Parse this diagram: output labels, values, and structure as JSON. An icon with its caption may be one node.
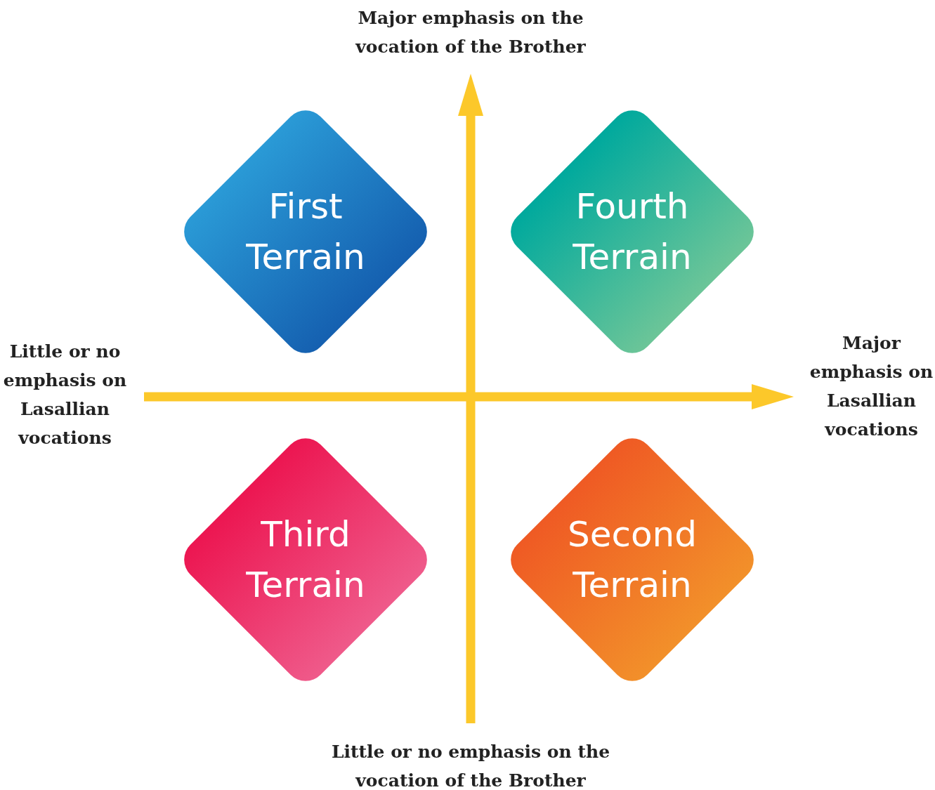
{
  "diagram": {
    "nodes": [
      {
        "text": [
          "First Terrain"
        ]
      },
      {
        "text": [
          "Fourth Terrain"
        ]
      },
      {
        "text": [
          "Third Terrain"
        ]
      },
      {
        "text": [
          "Second Terrain"
        ]
      }
    ],
    "labels": [
      "Major emphasis on the vocation of the Brother",
      "Little or no emphasis on Lasallian vocations",
      "Major emphasis on Lasallian vocations",
      "Little or no emphasis on the vocation of the Brother"
    ]
  }
}
